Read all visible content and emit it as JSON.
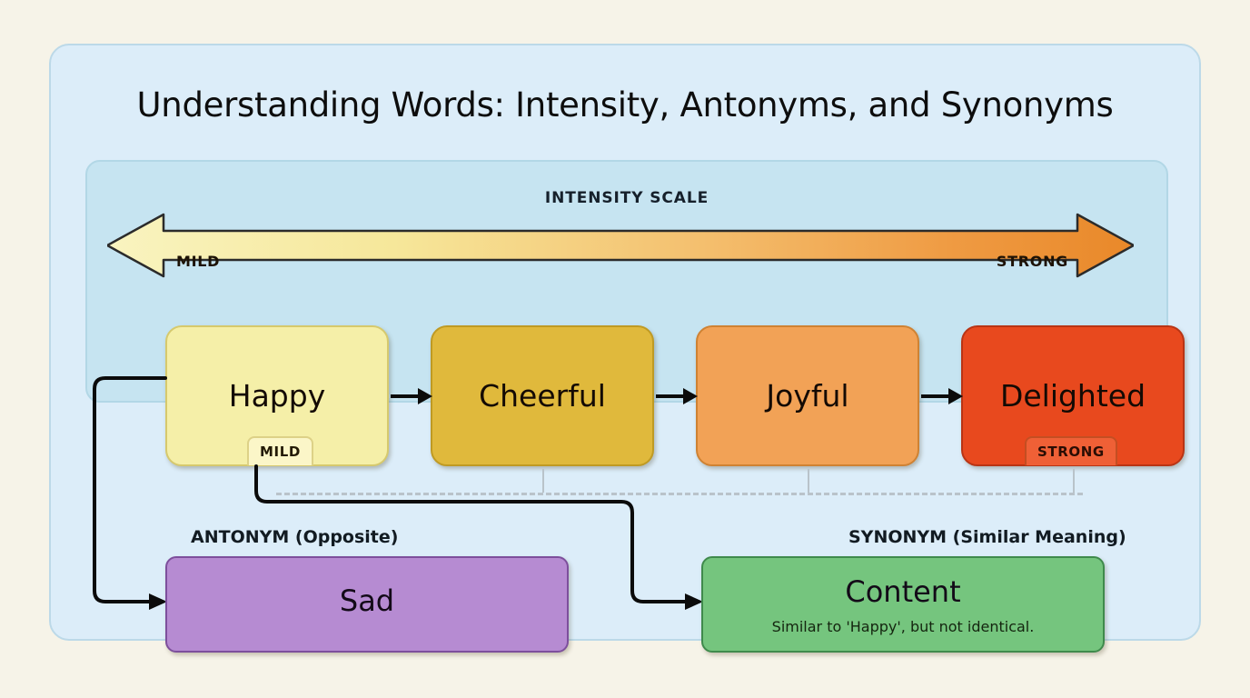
{
  "page": {
    "title": "Understanding Words: Intensity, Antonyms, and Synonyms",
    "background_color": "#f6f3e8",
    "card_color": "#dcedf9"
  },
  "intensity_scale": {
    "caption": "INTENSITY SCALE",
    "left_end_label": "MILD",
    "right_end_label": "STRONG",
    "gradient_from": "#f7f0b0",
    "gradient_to": "#ed8f33",
    "panel_color": "#c6e4f1"
  },
  "words": [
    {
      "label": "Happy",
      "tag": "MILD",
      "fill": "#f5efa8",
      "stroke": "#d6c96d"
    },
    {
      "label": "Cheerful",
      "tag": "",
      "fill": "#e0b93c",
      "stroke": "#bf9a23"
    },
    {
      "label": "Joyful",
      "tag": "",
      "fill": "#f2a256",
      "stroke": "#cf8233"
    },
    {
      "label": "Delighted",
      "tag": "STRONG",
      "fill": "#e8491e",
      "stroke": "#b93414"
    }
  ],
  "antonym": {
    "section_label": "ANTONYM (Opposite)",
    "word": "Sad",
    "fill": "#b68bd2",
    "stroke": "#7d4f9c"
  },
  "synonym": {
    "section_label": "SYNONYM (Similar Meaning)",
    "word": "Content",
    "note": "Similar to 'Happy', but not identical.",
    "fill": "#75c57e",
    "stroke": "#3f8a4c"
  }
}
